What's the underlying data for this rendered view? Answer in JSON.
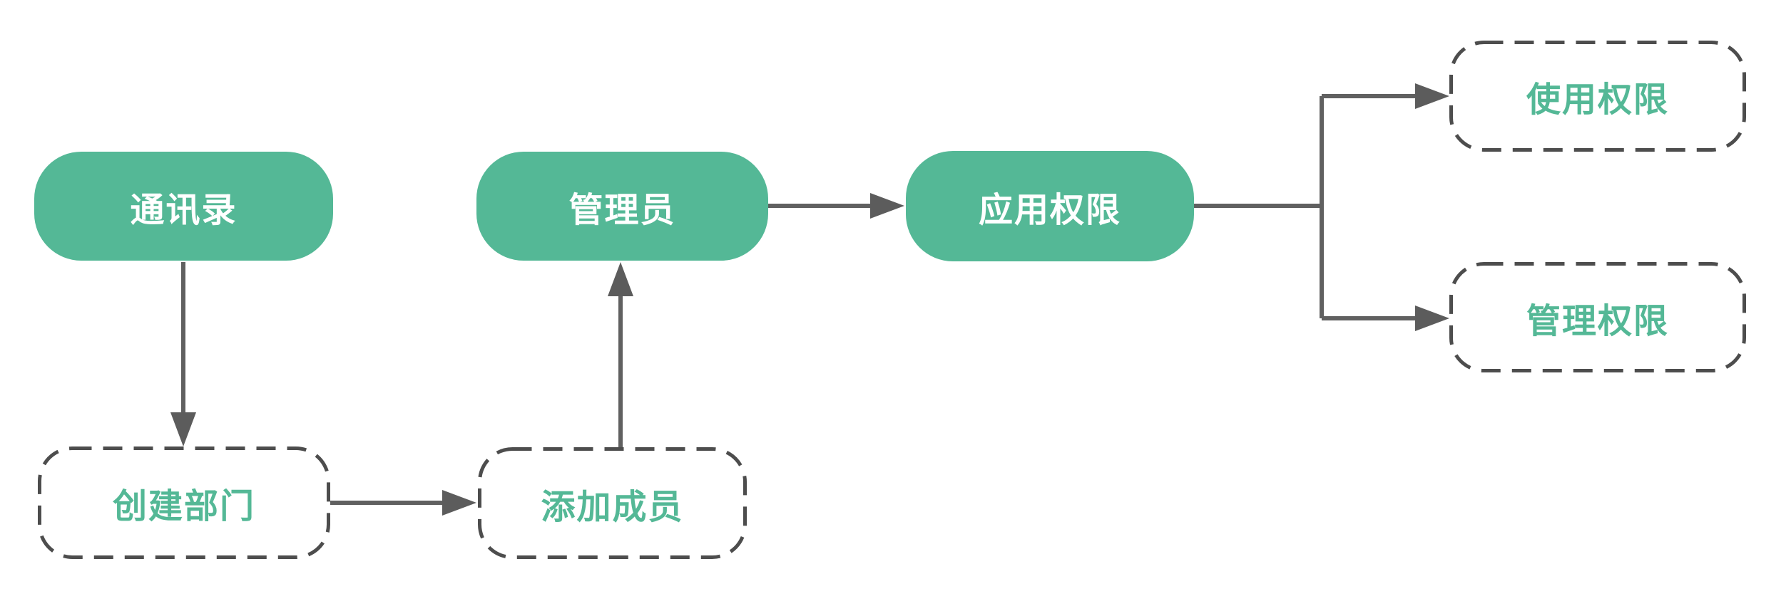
{
  "diagram": {
    "type": "flowchart",
    "background": "#ffffff",
    "nodes": [
      {
        "id": "contacts",
        "label": "通讯录",
        "style": "solid-green"
      },
      {
        "id": "admin",
        "label": "管理员",
        "style": "solid-green"
      },
      {
        "id": "app-permissions",
        "label": "应用权限",
        "style": "solid-green"
      },
      {
        "id": "create-department",
        "label": "创建部门",
        "style": "dashed-outline"
      },
      {
        "id": "add-members",
        "label": "添加成员",
        "style": "dashed-outline"
      },
      {
        "id": "use-permissions",
        "label": "使用权限",
        "style": "dashed-outline"
      },
      {
        "id": "manage-permissions",
        "label": "管理权限",
        "style": "dashed-outline"
      }
    ],
    "edges": [
      {
        "from": "contacts",
        "to": "create-department",
        "direction": "down"
      },
      {
        "from": "create-department",
        "to": "add-members",
        "direction": "right"
      },
      {
        "from": "add-members",
        "to": "admin",
        "direction": "up"
      },
      {
        "from": "admin",
        "to": "app-permissions",
        "direction": "right"
      },
      {
        "from": "app-permissions",
        "to": "use-permissions",
        "direction": "right-branch-up"
      },
      {
        "from": "app-permissions",
        "to": "manage-permissions",
        "direction": "right-branch-down"
      }
    ],
    "colors": {
      "node_fill_green": "#54b896",
      "solid_node_text": "#ffffff",
      "dashed_node_text": "#54b896",
      "dashed_border": "#4d4d4d",
      "connector_line": "#606060",
      "arrowhead": "#5c5c5c",
      "background": "#ffffff"
    }
  }
}
